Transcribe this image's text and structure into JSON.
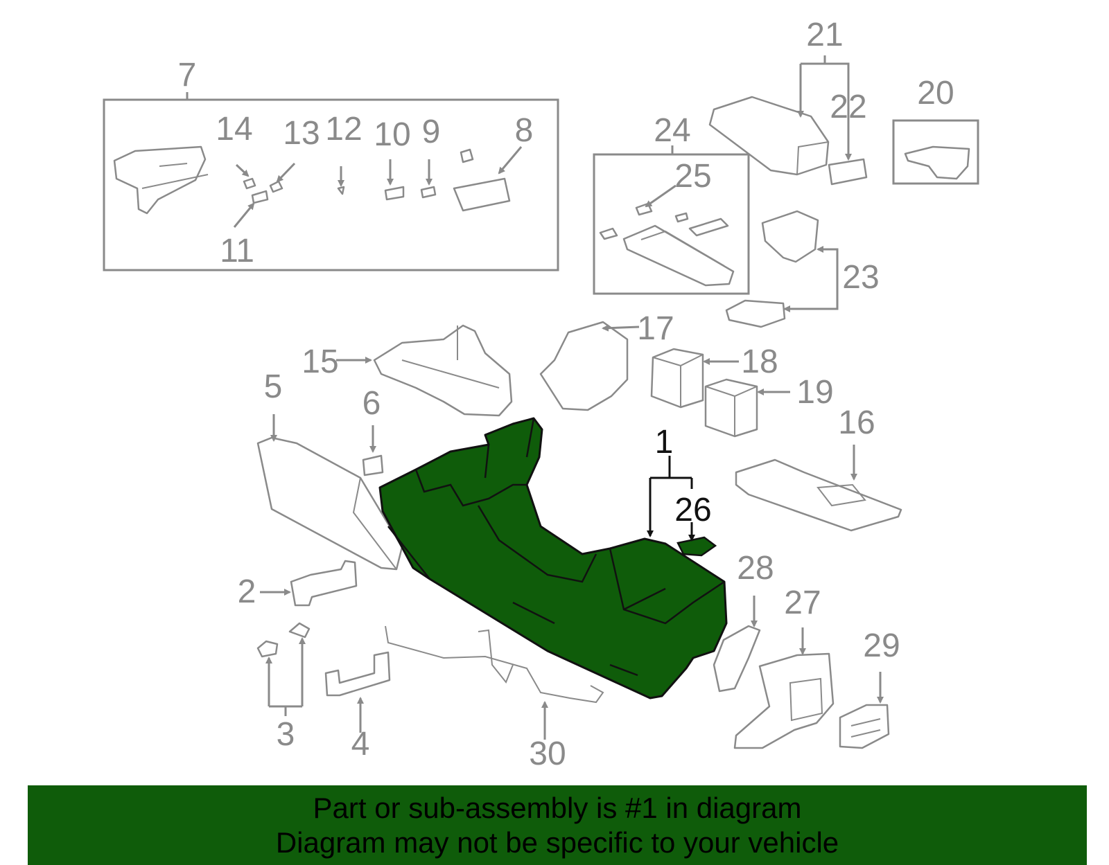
{
  "colors": {
    "highlight": "#0f5c0a",
    "line": "#8a8a8a",
    "banner": "#0f5c0a"
  },
  "callouts": {
    "c1": "1",
    "c2": "2",
    "c3": "3",
    "c4": "4",
    "c5": "5",
    "c6": "6",
    "c7": "7",
    "c8": "8",
    "c9": "9",
    "c10": "10",
    "c11": "11",
    "c12": "12",
    "c13": "13",
    "c14": "14",
    "c15": "15",
    "c16": "16",
    "c17": "17",
    "c18": "18",
    "c19": "19",
    "c20": "20",
    "c21": "21",
    "c22": "22",
    "c23": "23",
    "c24": "24",
    "c25": "25",
    "c26": "26",
    "c27": "27",
    "c28": "28",
    "c29": "29",
    "c30": "30"
  },
  "banner": {
    "line1": "Part or sub-assembly is #1 in diagram",
    "line2": "Diagram may not be specific to your vehicle"
  }
}
